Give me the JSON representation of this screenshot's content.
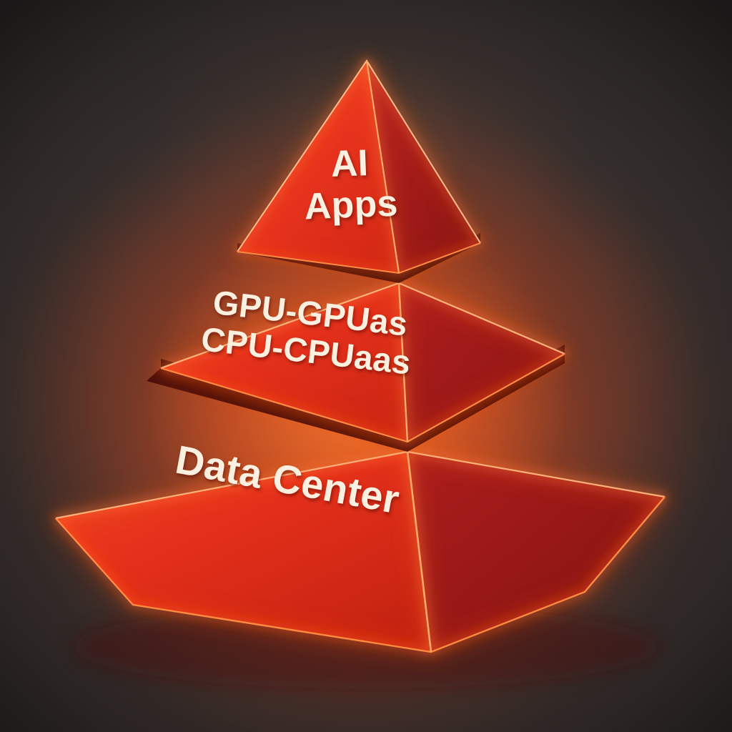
{
  "diagram": {
    "type": "3d-layered-pyramid",
    "orientation": "three-quarter view, apex at top",
    "tier_count": 3,
    "tiers": [
      {
        "level": 1,
        "position": "top",
        "label": "AI\nApps",
        "lines": [
          "AI",
          "Apps"
        ]
      },
      {
        "level": 2,
        "position": "middle",
        "label": "GPU-GPUas\nCPU-CPUaas",
        "lines": [
          "GPU-GPUas",
          "CPU-CPUaas"
        ]
      },
      {
        "level": 3,
        "position": "bottom",
        "label": "Data Center",
        "lines": [
          "Data Center"
        ]
      }
    ]
  },
  "palette": {
    "face_left": "#e8341e",
    "face_left_dark": "#c42413",
    "face_right": "#9e1a18",
    "face_right_dark": "#7a1010",
    "edge_glow": "#ff5a1e",
    "edge_glow_bright": "#ff8a3c",
    "shadow_band": "#4a0f0a",
    "text": "#fbefe0",
    "background_dark": "#3a3635",
    "background_glow": "#a0482e",
    "background_warm": "#4a2a22"
  }
}
